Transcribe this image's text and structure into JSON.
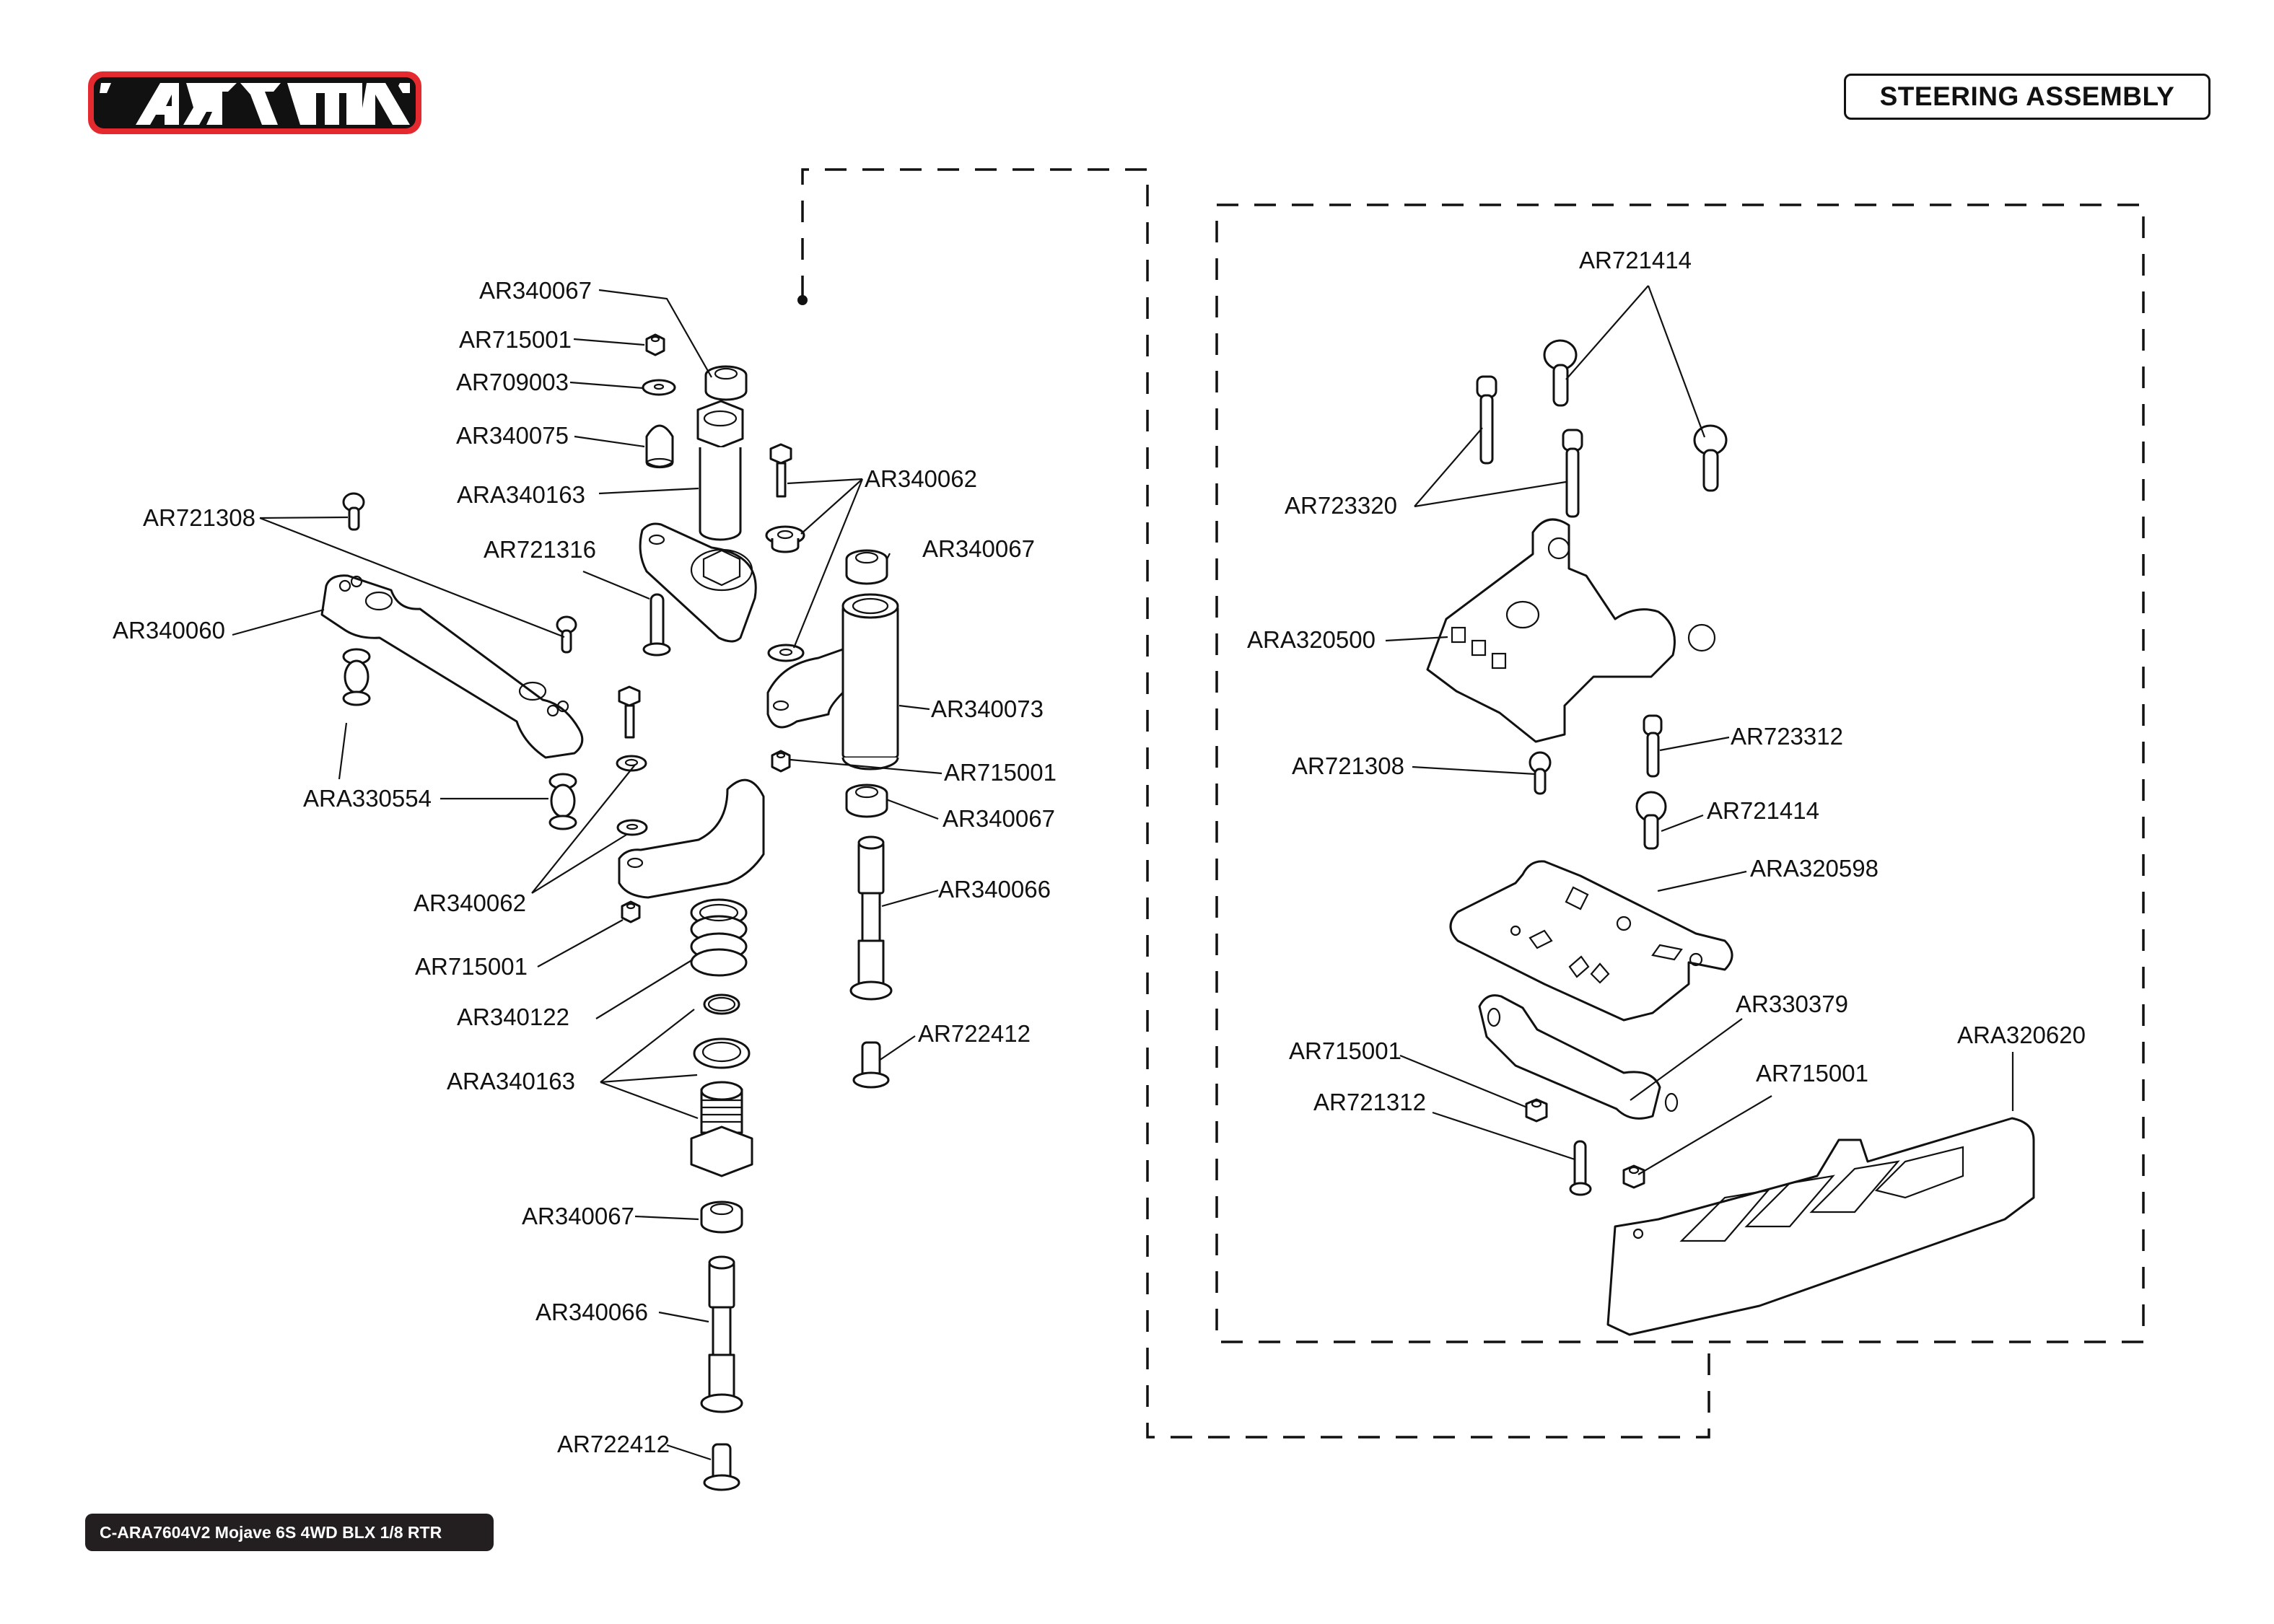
{
  "brand": {
    "logo_text": "ARRMA",
    "colors": {
      "red": "#e52a2f",
      "black": "#111111"
    }
  },
  "header": {
    "title": "STEERING ASSEMBLY"
  },
  "footer": {
    "model": "C-ARA7604V2 Mojave 6S 4WD BLX 1/8 RTR"
  },
  "left_assembly": {
    "labels": [
      "AR340067",
      "AR715001",
      "AR709003",
      "AR340075",
      "ARA340163",
      "AR340062",
      "AR721308",
      "AR721316",
      "AR340067",
      "AR340060",
      "AR340073",
      "AR715001",
      "ARA330554",
      "AR340067",
      "AR340062",
      "AR340066",
      "AR715001",
      "AR340122",
      "AR722412",
      "ARA340163",
      "AR340067",
      "AR340066",
      "AR722412"
    ]
  },
  "right_assembly": {
    "labels": [
      "AR721414",
      "AR723320",
      "ARA320500",
      "AR723312",
      "AR721308",
      "AR721414",
      "ARA320598",
      "AR330379",
      "ARA320620",
      "AR715001",
      "AR715001",
      "AR721312"
    ]
  }
}
